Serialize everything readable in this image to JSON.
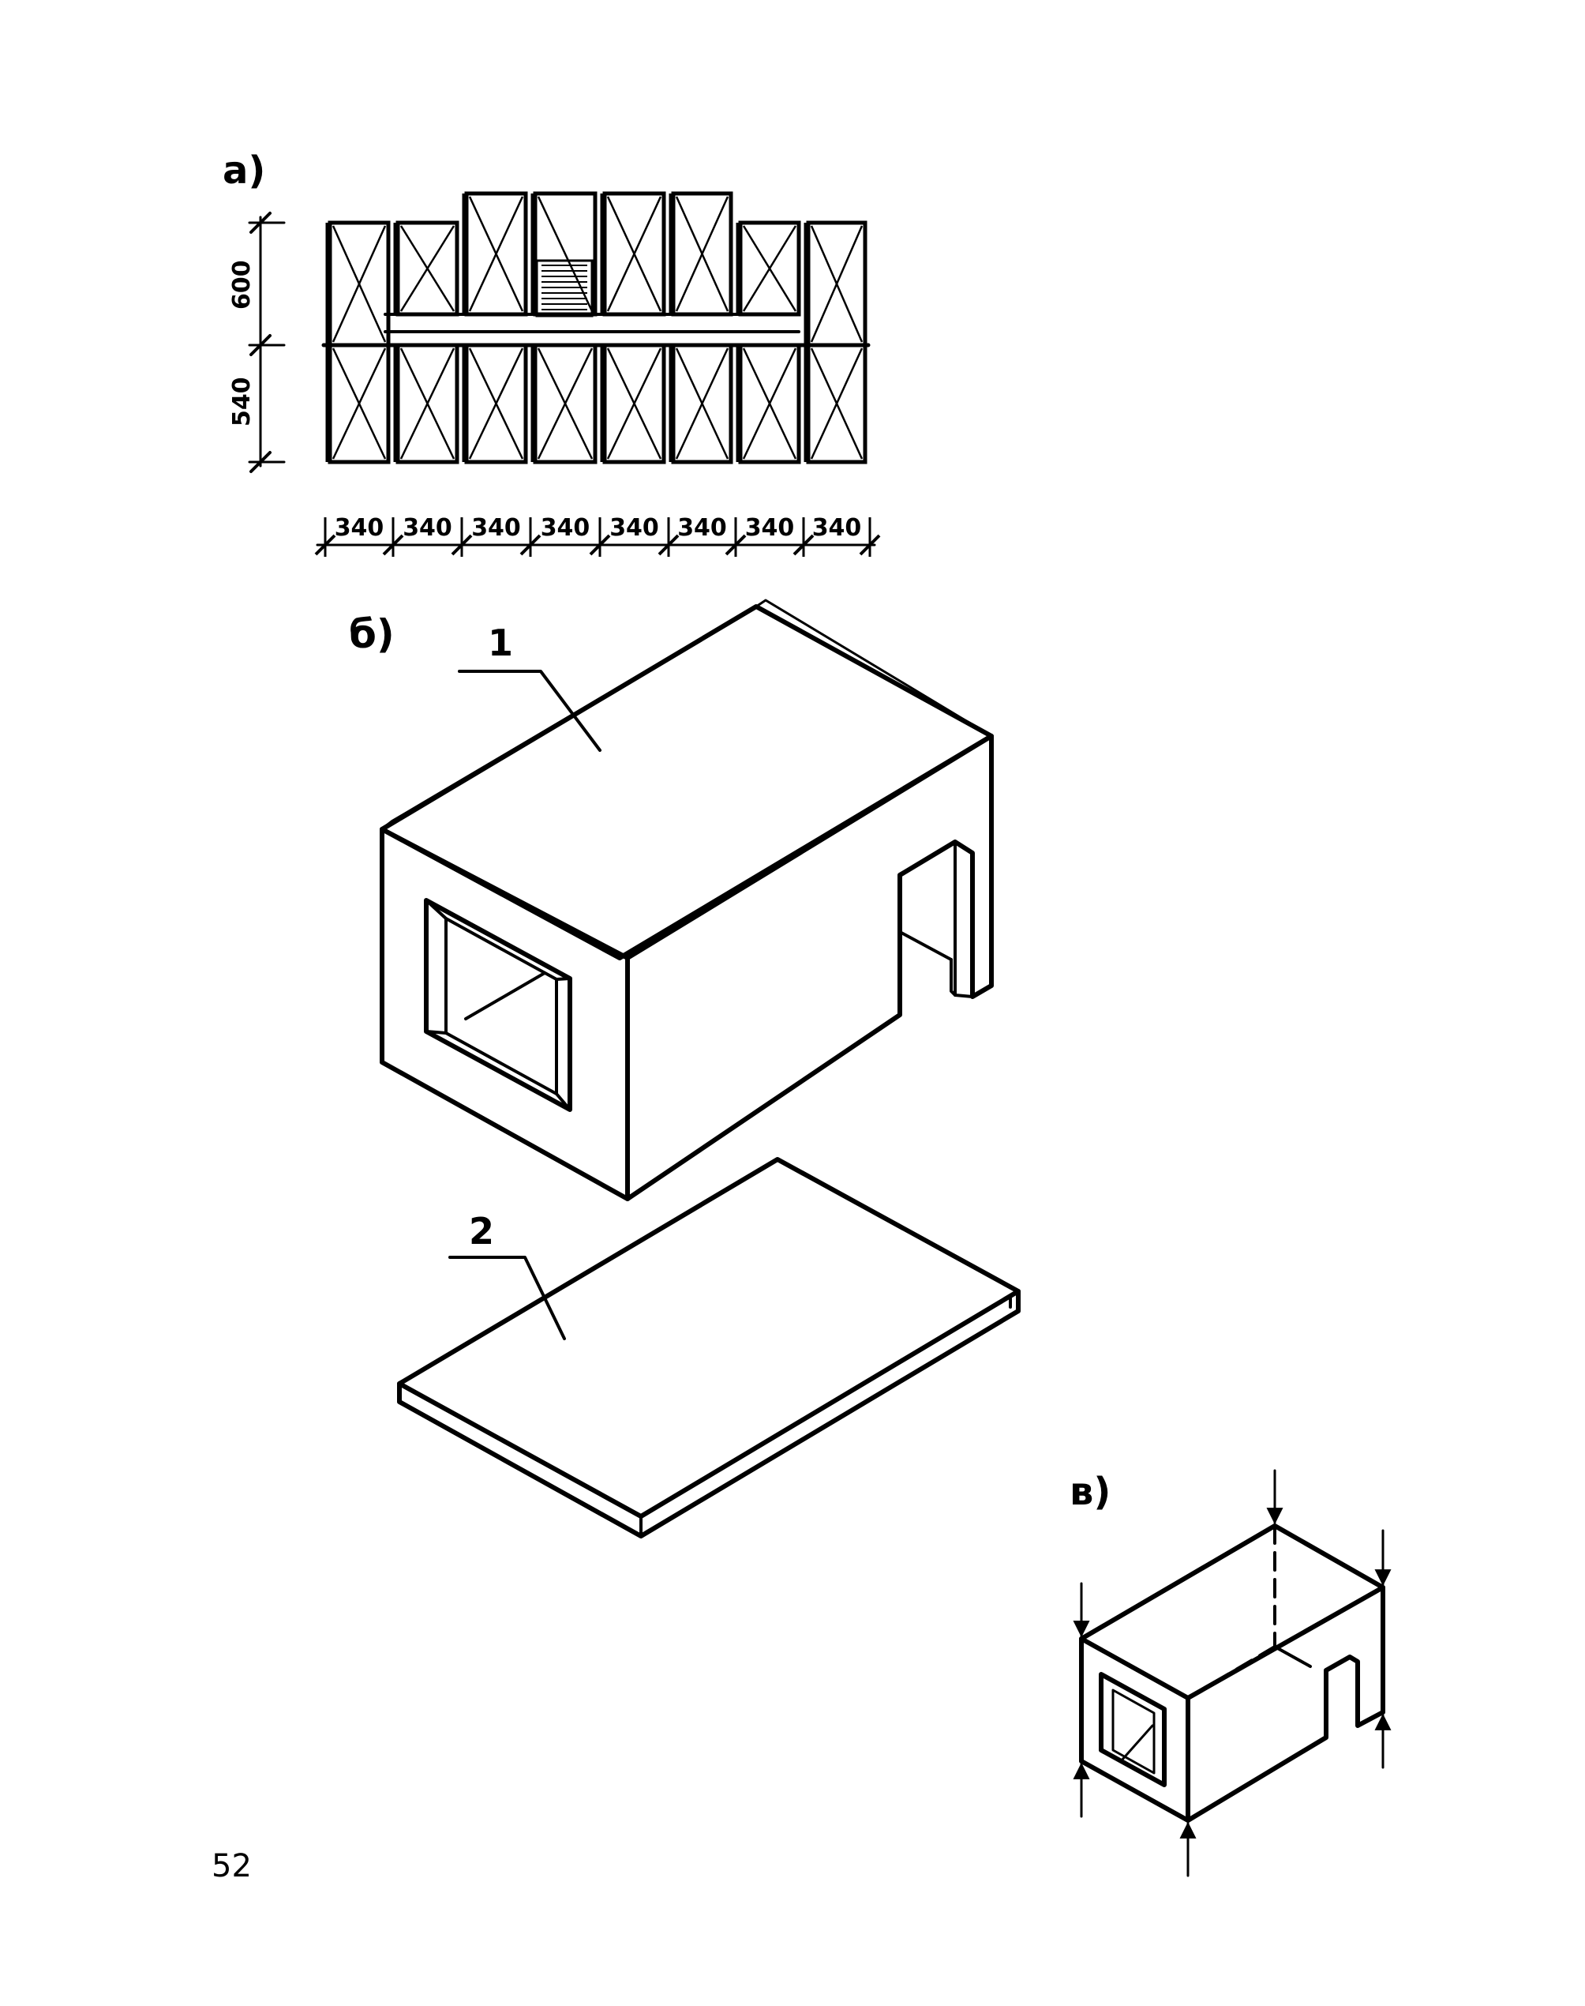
{
  "figure_a": {
    "label": "a)",
    "vertical_dimensions": [
      "600",
      "540"
    ],
    "horizontal_dimensions": [
      "340",
      "340",
      "340",
      "340",
      "340",
      "340",
      "340",
      "340"
    ]
  },
  "figure_b": {
    "label": "б)",
    "callouts": [
      "1",
      "2"
    ]
  },
  "figure_c": {
    "label": "в)"
  },
  "page_number": "52"
}
